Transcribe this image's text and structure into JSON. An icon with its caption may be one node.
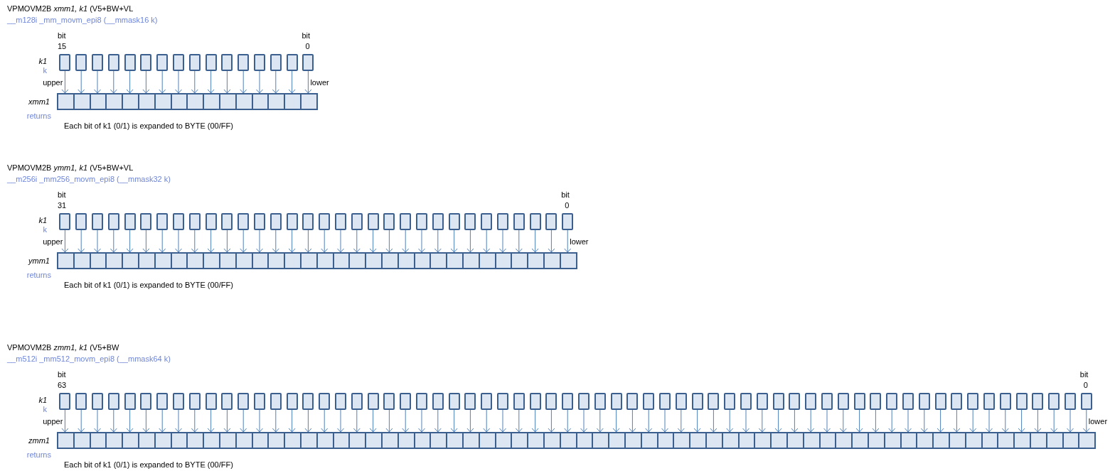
{
  "diagram": {
    "nodes": [
      {
        "text": [],
        "shape": "box"
      },
      {
        "text": [],
        "shape": "box"
      },
      {
        "text": [],
        "shape": "box"
      },
      {
        "text": [],
        "shape": "box"
      },
      {
        "text": [],
        "shape": "box"
      },
      {
        "text": [],
        "shape": "box"
      },
      {
        "text": [],
        "shape": "box"
      },
      {
        "text": [],
        "shape": "box"
      },
      {
        "text": [],
        "shape": "box"
      },
      {
        "text": [],
        "shape": "box"
      },
      {
        "text": [],
        "shape": "box"
      },
      {
        "text": [],
        "shape": "box"
      },
      {
        "text": [],
        "shape": "box"
      },
      {
        "text": [],
        "shape": "box"
      },
      {
        "text": [],
        "shape": "box"
      },
      {
        "text": [],
        "shape": "box"
      },
      {
        "text": [],
        "shape": "box"
      },
      {
        "text": [],
        "shape": "box"
      },
      {
        "text": [],
        "shape": "box"
      },
      {
        "text": [],
        "shape": "box"
      },
      {
        "text": [],
        "shape": "box"
      },
      {
        "text": [],
        "shape": "box"
      },
      {
        "text": [],
        "shape": "box"
      },
      {
        "text": [],
        "shape": "box"
      },
      {
        "text": [],
        "shape": "box"
      },
      {
        "text": [],
        "shape": "box"
      },
      {
        "text": [],
        "shape": "box"
      },
      {
        "text": [],
        "shape": "box"
      },
      {
        "text": [],
        "shape": "box"
      },
      {
        "text": [],
        "shape": "box"
      },
      {
        "text": [],
        "shape": "box"
      },
      {
        "text": [],
        "shape": "box"
      },
      {
        "text": [],
        "shape": "box"
      },
      {
        "text": [],
        "shape": "box"
      },
      {
        "text": [],
        "shape": "box"
      },
      {
        "text": [],
        "shape": "box"
      },
      {
        "text": [],
        "shape": "box"
      },
      {
        "text": [],
        "shape": "box"
      },
      {
        "text": [],
        "shape": "box"
      },
      {
        "text": [],
        "shape": "box"
      },
      {
        "text": [],
        "shape": "box"
      },
      {
        "text": [],
        "shape": "box"
      },
      {
        "text": [],
        "shape": "box"
      },
      {
        "text": [],
        "shape": "box"
      },
      {
        "text": [],
        "shape": "box"
      },
      {
        "text": [],
        "shape": "box"
      },
      {
        "text": [],
        "shape": "box"
      },
      {
        "text": [],
        "shape": "box"
      },
      {
        "text": [],
        "shape": "box"
      },
      {
        "text": [],
        "shape": "box"
      },
      {
        "text": [],
        "shape": "box"
      },
      {
        "text": [],
        "shape": "box"
      },
      {
        "text": [],
        "shape": "box"
      },
      {
        "text": [],
        "shape": "box"
      },
      {
        "text": [],
        "shape": "box"
      },
      {
        "text": [],
        "shape": "box"
      },
      {
        "text": [],
        "shape": "box"
      },
      {
        "text": [],
        "shape": "box"
      },
      {
        "text": [],
        "shape": "box"
      },
      {
        "text": [],
        "shape": "box"
      },
      {
        "text": [],
        "shape": "box"
      },
      {
        "text": [],
        "shape": "box"
      },
      {
        "text": [],
        "shape": "box"
      },
      {
        "text": [],
        "shape": "box"
      },
      {
        "text": [],
        "shape": "box"
      },
      {
        "text": [],
        "shape": "box"
      },
      {
        "text": [],
        "shape": "box"
      },
      {
        "text": [],
        "shape": "box"
      },
      {
        "text": [],
        "shape": "box"
      },
      {
        "text": [],
        "shape": "box"
      },
      {
        "text": [],
        "shape": "box"
      },
      {
        "text": [],
        "shape": "box"
      },
      {
        "text": [],
        "shape": "box"
      },
      {
        "text": [],
        "shape": "box"
      },
      {
        "text": [],
        "shape": "box"
      },
      {
        "text": [],
        "shape": "box"
      },
      {
        "text": [],
        "shape": "box"
      },
      {
        "text": [],
        "shape": "box"
      },
      {
        "text": [],
        "shape": "box"
      },
      {
        "text": [],
        "shape": "box"
      },
      {
        "text": [],
        "shape": "box"
      },
      {
        "text": [],
        "shape": "box"
      },
      {
        "text": [],
        "shape": "box"
      },
      {
        "text": [],
        "shape": "box"
      },
      {
        "text": [],
        "shape": "box"
      },
      {
        "text": [],
        "shape": "box"
      },
      {
        "text": [],
        "shape": "box"
      },
      {
        "text": [],
        "shape": "box"
      },
      {
        "text": [],
        "shape": "box"
      },
      {
        "text": [],
        "shape": "box"
      },
      {
        "text": [],
        "shape": "box"
      },
      {
        "text": [],
        "shape": "box"
      },
      {
        "text": [],
        "shape": "box"
      },
      {
        "text": [],
        "shape": "box"
      },
      {
        "text": [],
        "shape": "box"
      },
      {
        "text": [],
        "shape": "box"
      },
      {
        "text": [],
        "shape": "box"
      },
      {
        "text": [],
        "shape": "box"
      },
      {
        "text": [],
        "shape": "box"
      },
      {
        "text": [],
        "shape": "box"
      },
      {
        "text": [],
        "shape": "box"
      },
      {
        "text": [],
        "shape": "box"
      },
      {
        "text": [],
        "shape": "box"
      },
      {
        "text": [],
        "shape": "box"
      },
      {
        "text": [],
        "shape": "box"
      },
      {
        "text": [],
        "shape": "box"
      },
      {
        "text": [],
        "shape": "box"
      },
      {
        "text": [],
        "shape": "box"
      },
      {
        "text": [],
        "shape": "box"
      },
      {
        "text": [],
        "shape": "box"
      },
      {
        "text": [],
        "shape": "box"
      },
      {
        "text": [],
        "shape": "box"
      },
      {
        "text": [],
        "shape": "box"
      },
      {
        "text": [],
        "shape": "box"
      },
      {
        "text": [],
        "shape": "box"
      },
      {
        "text": [],
        "shape": "box"
      },
      {
        "text": [],
        "shape": "box"
      },
      {
        "text": [],
        "shape": "box"
      },
      {
        "text": [],
        "shape": "box"
      },
      {
        "text": [],
        "shape": "box"
      },
      {
        "text": [],
        "shape": "box"
      },
      {
        "text": [],
        "shape": "box"
      },
      {
        "text": [],
        "shape": "box"
      },
      {
        "text": [],
        "shape": "box"
      },
      {
        "text": [],
        "shape": "box"
      },
      {
        "text": [],
        "shape": "box"
      },
      {
        "text": [],
        "shape": "box"
      },
      {
        "text": [],
        "shape": "box"
      },
      {
        "text": [],
        "shape": "box"
      },
      {
        "text": [],
        "shape": "box"
      },
      {
        "text": [],
        "shape": "box"
      },
      {
        "text": [],
        "shape": "box"
      },
      {
        "text": [],
        "shape": "box"
      },
      {
        "text": [],
        "shape": "box"
      },
      {
        "text": [],
        "shape": "box"
      },
      {
        "text": [],
        "shape": "box"
      },
      {
        "text": [],
        "shape": "box"
      },
      {
        "text": [],
        "shape": "box"
      },
      {
        "text": [],
        "shape": "box"
      },
      {
        "text": [],
        "shape": "box"
      },
      {
        "text": [],
        "shape": "box"
      },
      {
        "text": [],
        "shape": "box"
      },
      {
        "text": [],
        "shape": "box"
      },
      {
        "text": [],
        "shape": "box"
      },
      {
        "text": [],
        "shape": "box"
      },
      {
        "text": [],
        "shape": "box"
      },
      {
        "text": [],
        "shape": "box"
      },
      {
        "text": [],
        "shape": "box"
      },
      {
        "text": [],
        "shape": "box"
      },
      {
        "text": [],
        "shape": "box"
      },
      {
        "text": [],
        "shape": "box"
      },
      {
        "text": [],
        "shape": "box"
      },
      {
        "text": [],
        "shape": "box"
      },
      {
        "text": [],
        "shape": "box"
      },
      {
        "text": [],
        "shape": "box"
      },
      {
        "text": [],
        "shape": "box"
      },
      {
        "text": [],
        "shape": "box"
      },
      {
        "text": [],
        "shape": "box"
      },
      {
        "text": [],
        "shape": "box"
      },
      {
        "text": [],
        "shape": "box"
      },
      {
        "text": [],
        "shape": "box"
      },
      {
        "text": [],
        "shape": "box"
      },
      {
        "text": [],
        "shape": "box"
      },
      {
        "text": [],
        "shape": "box"
      },
      {
        "text": [],
        "shape": "box"
      },
      {
        "text": [],
        "shape": "box"
      },
      {
        "text": [],
        "shape": "box"
      },
      {
        "text": [],
        "shape": "box"
      },
      {
        "text": [],
        "shape": "box"
      },
      {
        "text": [],
        "shape": "box"
      },
      {
        "text": [],
        "shape": "box"
      },
      {
        "text": [],
        "shape": "box"
      },
      {
        "text": [],
        "shape": "box"
      },
      {
        "text": [],
        "shape": "box"
      },
      {
        "text": [],
        "shape": "box"
      },
      {
        "text": [],
        "shape": "box"
      },
      {
        "text": [],
        "shape": "box"
      },
      {
        "text": [],
        "shape": "box"
      },
      {
        "text": [],
        "shape": "box"
      },
      {
        "text": [],
        "shape": "box"
      },
      {
        "text": [],
        "shape": "box"
      },
      {
        "text": [],
        "shape": "box"
      },
      {
        "text": [],
        "shape": "box"
      },
      {
        "text": [],
        "shape": "box"
      },
      {
        "text": [],
        "shape": "box"
      },
      {
        "text": [],
        "shape": "box"
      },
      {
        "text": [],
        "shape": "box"
      },
      {
        "text": [],
        "shape": "box"
      },
      {
        "text": [],
        "shape": "box"
      },
      {
        "text": [],
        "shape": "box"
      },
      {
        "text": [],
        "shape": "box"
      },
      {
        "text": [],
        "shape": "box"
      },
      {
        "text": [],
        "shape": "box"
      },
      {
        "text": [],
        "shape": "box"
      },
      {
        "text": [],
        "shape": "box"
      },
      {
        "text": [],
        "shape": "box"
      },
      {
        "text": [],
        "shape": "box"
      },
      {
        "text": [],
        "shape": "box"
      },
      {
        "text": [],
        "shape": "box"
      },
      {
        "text": [],
        "shape": "box"
      },
      {
        "text": [],
        "shape": "box"
      },
      {
        "text": [],
        "shape": "box"
      },
      {
        "text": [],
        "shape": "box"
      },
      {
        "text": [],
        "shape": "box"
      },
      {
        "text": [],
        "shape": "box"
      },
      {
        "text": [],
        "shape": "box"
      },
      {
        "text": [],
        "shape": "box"
      },
      {
        "text": [],
        "shape": "box"
      },
      {
        "text": [],
        "shape": "box"
      },
      {
        "text": [],
        "shape": "box"
      },
      {
        "text": [],
        "shape": "box"
      },
      {
        "text": [],
        "shape": "box"
      },
      {
        "text": [],
        "shape": "box"
      },
      {
        "text": [],
        "shape": "box"
      },
      {
        "text": [],
        "shape": "box"
      },
      {
        "text": [],
        "shape": "box"
      },
      {
        "text": [],
        "shape": "box"
      },
      {
        "text": [],
        "shape": "box"
      },
      {
        "text": [],
        "shape": "box"
      },
      {
        "text": [],
        "shape": "box"
      },
      {
        "text": [],
        "shape": "box"
      },
      {
        "text": [],
        "shape": "box"
      },
      {
        "text": [],
        "shape": "box"
      },
      {
        "text": [],
        "shape": "box"
      }
    ],
    "edges": [
      {
        "from": 0,
        "to": 16,
        "arrow": "to"
      },
      {
        "from": 1,
        "to": 17,
        "arrow": "to"
      },
      {
        "from": 2,
        "to": 18,
        "arrow": "to"
      },
      {
        "from": 3,
        "to": 19,
        "arrow": "to"
      },
      {
        "from": 4,
        "to": 20,
        "arrow": "to"
      },
      {
        "from": 5,
        "to": 21,
        "arrow": "to"
      },
      {
        "from": 6,
        "to": 22,
        "arrow": "to"
      },
      {
        "from": 7,
        "to": 23,
        "arrow": "to"
      },
      {
        "from": 8,
        "to": 24,
        "arrow": "to"
      },
      {
        "from": 9,
        "to": 25,
        "arrow": "to"
      },
      {
        "from": 10,
        "to": 26,
        "arrow": "to"
      },
      {
        "from": 11,
        "to": 27,
        "arrow": "to"
      },
      {
        "from": 12,
        "to": 28,
        "arrow": "to"
      },
      {
        "from": 13,
        "to": 29,
        "arrow": "to"
      },
      {
        "from": 14,
        "to": 30,
        "arrow": "to"
      },
      {
        "from": 15,
        "to": 31,
        "arrow": "to"
      },
      {
        "from": 32,
        "to": 64,
        "arrow": "to"
      },
      {
        "from": 33,
        "to": 65,
        "arrow": "to"
      },
      {
        "from": 34,
        "to": 66,
        "arrow": "to"
      },
      {
        "from": 35,
        "to": 67,
        "arrow": "to"
      },
      {
        "from": 36,
        "to": 68,
        "arrow": "to"
      },
      {
        "from": 37,
        "to": 69,
        "arrow": "to"
      },
      {
        "from": 38,
        "to": 70,
        "arrow": "to"
      },
      {
        "from": 39,
        "to": 71,
        "arrow": "to"
      },
      {
        "from": 40,
        "to": 72,
        "arrow": "to"
      },
      {
        "from": 41,
        "to": 73,
        "arrow": "to"
      },
      {
        "from": 42,
        "to": 74,
        "arrow": "to"
      },
      {
        "from": 43,
        "to": 75,
        "arrow": "to"
      },
      {
        "from": 44,
        "to": 76,
        "arrow": "to"
      },
      {
        "from": 45,
        "to": 77,
        "arrow": "to"
      },
      {
        "from": 46,
        "to": 78,
        "arrow": "to"
      },
      {
        "from": 47,
        "to": 79,
        "arrow": "to"
      },
      {
        "from": 48,
        "to": 80,
        "arrow": "to"
      },
      {
        "from": 49,
        "to": 81,
        "arrow": "to"
      },
      {
        "from": 50,
        "to": 82,
        "arrow": "to"
      },
      {
        "from": 51,
        "to": 83,
        "arrow": "to"
      },
      {
        "from": 52,
        "to": 84,
        "arrow": "to"
      },
      {
        "from": 53,
        "to": 85,
        "arrow": "to"
      },
      {
        "from": 54,
        "to": 86,
        "arrow": "to"
      },
      {
        "from": 55,
        "to": 87,
        "arrow": "to"
      },
      {
        "from": 56,
        "to": 88,
        "arrow": "to"
      },
      {
        "from": 57,
        "to": 89,
        "arrow": "to"
      },
      {
        "from": 58,
        "to": 90,
        "arrow": "to"
      },
      {
        "from": 59,
        "to": 91,
        "arrow": "to"
      },
      {
        "from": 60,
        "to": 92,
        "arrow": "to"
      },
      {
        "from": 61,
        "to": 93,
        "arrow": "to"
      },
      {
        "from": 62,
        "to": 94,
        "arrow": "to"
      },
      {
        "from": 63,
        "to": 95,
        "arrow": "to"
      },
      {
        "from": 96,
        "to": 160,
        "arrow": "to"
      },
      {
        "from": 97,
        "to": 161,
        "arrow": "to"
      },
      {
        "from": 98,
        "to": 162,
        "arrow": "to"
      },
      {
        "from": 99,
        "to": 163,
        "arrow": "to"
      },
      {
        "from": 100,
        "to": 164,
        "arrow": "to"
      },
      {
        "from": 101,
        "to": 165,
        "arrow": "to"
      },
      {
        "from": 102,
        "to": 166,
        "arrow": "to"
      },
      {
        "from": 103,
        "to": 167,
        "arrow": "to"
      },
      {
        "from": 104,
        "to": 168,
        "arrow": "to"
      },
      {
        "from": 105,
        "to": 169,
        "arrow": "to"
      },
      {
        "from": 106,
        "to": 170,
        "arrow": "to"
      },
      {
        "from": 107,
        "to": 171,
        "arrow": "to"
      },
      {
        "from": 108,
        "to": 172,
        "arrow": "to"
      },
      {
        "from": 109,
        "to": 173,
        "arrow": "to"
      },
      {
        "from": 110,
        "to": 174,
        "arrow": "to"
      },
      {
        "from": 111,
        "to": 175,
        "arrow": "to"
      },
      {
        "from": 112,
        "to": 176,
        "arrow": "to"
      },
      {
        "from": 113,
        "to": 177,
        "arrow": "to"
      },
      {
        "from": 114,
        "to": 178,
        "arrow": "to"
      },
      {
        "from": 115,
        "to": 179,
        "arrow": "to"
      },
      {
        "from": 116,
        "to": 180,
        "arrow": "to"
      },
      {
        "from": 117,
        "to": 181,
        "arrow": "to"
      },
      {
        "from": 118,
        "to": 182,
        "arrow": "to"
      },
      {
        "from": 119,
        "to": 183,
        "arrow": "to"
      },
      {
        "from": 120,
        "to": 184,
        "arrow": "to"
      },
      {
        "from": 121,
        "to": 185,
        "arrow": "to"
      },
      {
        "from": 122,
        "to": 186,
        "arrow": "to"
      },
      {
        "from": 123,
        "to": 187,
        "arrow": "to"
      },
      {
        "from": 124,
        "to": 188,
        "arrow": "to"
      },
      {
        "from": 125,
        "to": 189,
        "arrow": "to"
      },
      {
        "from": 126,
        "to": 190,
        "arrow": "to"
      },
      {
        "from": 127,
        "to": 191,
        "arrow": "to"
      },
      {
        "from": 128,
        "to": 192,
        "arrow": "to"
      },
      {
        "from": 129,
        "to": 193,
        "arrow": "to"
      },
      {
        "from": 130,
        "to": 194,
        "arrow": "to"
      },
      {
        "from": 131,
        "to": 195,
        "arrow": "to"
      },
      {
        "from": 132,
        "to": 196,
        "arrow": "to"
      },
      {
        "from": 133,
        "to": 197,
        "arrow": "to"
      },
      {
        "from": 134,
        "to": 198,
        "arrow": "to"
      },
      {
        "from": 135,
        "to": 199,
        "arrow": "to"
      },
      {
        "from": 136,
        "to": 200,
        "arrow": "to"
      },
      {
        "from": 137,
        "to": 201,
        "arrow": "to"
      },
      {
        "from": 138,
        "to": 202,
        "arrow": "to"
      },
      {
        "from": 139,
        "to": 203,
        "arrow": "to"
      },
      {
        "from": 140,
        "to": 204,
        "arrow": "to"
      },
      {
        "from": 141,
        "to": 205,
        "arrow": "to"
      },
      {
        "from": 142,
        "to": 206,
        "arrow": "to"
      },
      {
        "from": 143,
        "to": 207,
        "arrow": "to"
      },
      {
        "from": 144,
        "to": 208,
        "arrow": "to"
      },
      {
        "from": 145,
        "to": 209,
        "arrow": "to"
      },
      {
        "from": 146,
        "to": 210,
        "arrow": "to"
      },
      {
        "from": 147,
        "to": 211,
        "arrow": "to"
      },
      {
        "from": 148,
        "to": 212,
        "arrow": "to"
      },
      {
        "from": 149,
        "to": 213,
        "arrow": "to"
      },
      {
        "from": 150,
        "to": 214,
        "arrow": "to"
      },
      {
        "from": 151,
        "to": 215,
        "arrow": "to"
      },
      {
        "from": 152,
        "to": 216,
        "arrow": "to"
      },
      {
        "from": 153,
        "to": 217,
        "arrow": "to"
      },
      {
        "from": 154,
        "to": 218,
        "arrow": "to"
      },
      {
        "from": 155,
        "to": 219,
        "arrow": "to"
      },
      {
        "from": 156,
        "to": 220,
        "arrow": "to"
      },
      {
        "from": 157,
        "to": 221,
        "arrow": "to"
      },
      {
        "from": 158,
        "to": 222,
        "arrow": "to"
      },
      {
        "from": 159,
        "to": 223,
        "arrow": "to"
      }
    ],
    "labels": [
      "VPMOVM2B *xmm1, k1* (V5+BW+VL",
      "__m128i _mm_movm_epi8 (__mmask16 k)",
      "bit",
      "15",
      "bit",
      "0",
      "k1",
      "k",
      "upper",
      "lower",
      "xmm1",
      "returns",
      "Each bit of k1 (0/1) is expanded to BYTE (00/FF)",
      "VPMOVM2B *ymm1, k1* (V5+BW+VL",
      "__m256i _mm256_movm_epi8 (__mmask32 k)",
      "bit",
      "31",
      "bit",
      "0",
      "k1",
      "k",
      "upper",
      "lower",
      "ymm1",
      "returns",
      "Each bit of k1 (0/1) is expanded to BYTE (00/FF)",
      "VPMOVM2B *zmm1, k1* (V5+BW",
      "__m512i _mm512_movm_epi8 (__mmask64 k)",
      "bit",
      "63",
      "bit",
      "0",
      "k1",
      "k",
      "upper",
      "lower",
      "zmm1",
      "returns",
      "Each bit of k1 (0/1) is expanded to BYTE (00/FF)"
    ]
  }
}
